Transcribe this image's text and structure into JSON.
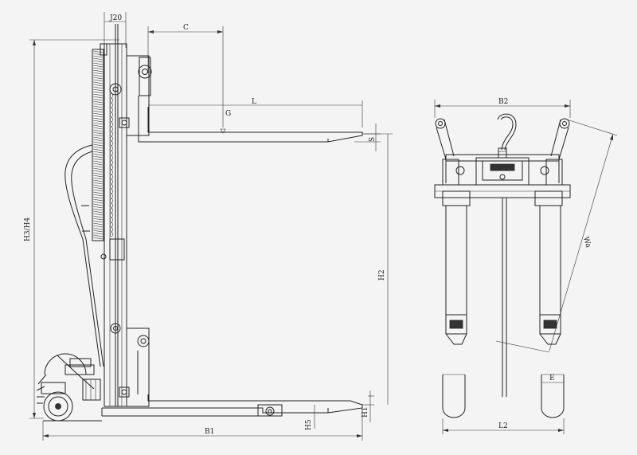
{
  "dimensions": {
    "j20": "J20",
    "c": "C",
    "l": "L",
    "g": "G",
    "s": "S",
    "h3h4": "H3/H4",
    "h2": "H2",
    "h1": "H1",
    "h5": "H5",
    "b1": "B1",
    "b2": "B2",
    "l2": "L2",
    "e": "E",
    "wa": "Wa"
  },
  "colors": {
    "line": "#222222",
    "background": "#f4f4f4"
  }
}
